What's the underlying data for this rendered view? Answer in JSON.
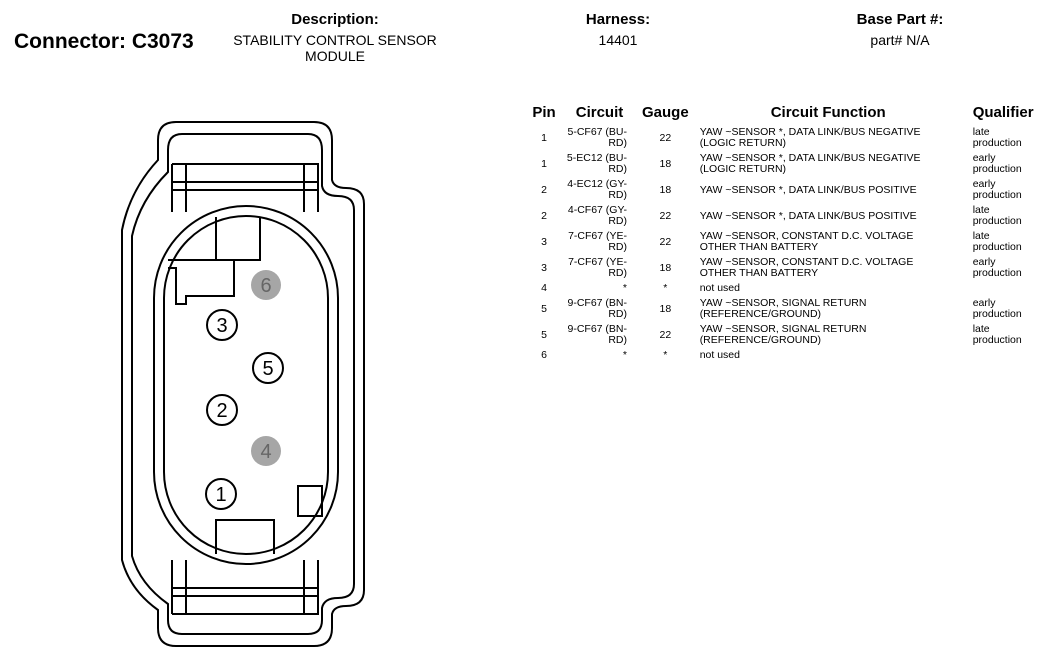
{
  "connector": {
    "title": "Connector: C3073"
  },
  "description": {
    "label": "Description:",
    "line1": "STABILITY CONTROL SENSOR",
    "line2": "MODULE"
  },
  "harness": {
    "label": "Harness:",
    "value": "14401"
  },
  "base_part": {
    "label": "Base Part #:",
    "value": "part# N/A"
  },
  "table": {
    "headers": {
      "pin": "Pin",
      "circuit": "Circuit",
      "gauge": "Gauge",
      "function": "Circuit Function",
      "qualifier": "Qualifier"
    },
    "rows": [
      {
        "pin": "1",
        "circuit_1": "5-CF67 (BU-",
        "circuit_2": "RD)",
        "gauge": "22",
        "func_1": "YAW ~SENSOR *, DATA LINK/BUS NEGATIVE",
        "func_2": "(LOGIC RETURN)",
        "qual_1": "late",
        "qual_2": "production"
      },
      {
        "pin": "1",
        "circuit_1": "5-EC12 (BU-",
        "circuit_2": "RD)",
        "gauge": "18",
        "func_1": "YAW ~SENSOR *, DATA LINK/BUS NEGATIVE",
        "func_2": "(LOGIC RETURN)",
        "qual_1": "early",
        "qual_2": "production"
      },
      {
        "pin": "2",
        "circuit_1": "4-EC12 (GY-",
        "circuit_2": "RD)",
        "gauge": "18",
        "func_1": "YAW ~SENSOR *, DATA LINK/BUS POSITIVE",
        "func_2": "",
        "qual_1": "early",
        "qual_2": "production"
      },
      {
        "pin": "2",
        "circuit_1": "4-CF67 (GY-",
        "circuit_2": "RD)",
        "gauge": "22",
        "func_1": "YAW ~SENSOR *, DATA LINK/BUS POSITIVE",
        "func_2": "",
        "qual_1": "late",
        "qual_2": "production"
      },
      {
        "pin": "3",
        "circuit_1": "7-CF67 (YE-",
        "circuit_2": "RD)",
        "gauge": "22",
        "func_1": "YAW ~SENSOR, CONSTANT D.C. VOLTAGE",
        "func_2": "OTHER THAN BATTERY",
        "qual_1": "late",
        "qual_2": "production"
      },
      {
        "pin": "3",
        "circuit_1": "7-CF67 (YE-",
        "circuit_2": "RD)",
        "gauge": "18",
        "func_1": "YAW ~SENSOR, CONSTANT D.C. VOLTAGE",
        "func_2": "OTHER THAN BATTERY",
        "qual_1": "early",
        "qual_2": "production"
      },
      {
        "pin": "4",
        "circuit_1": "*",
        "circuit_2": "",
        "gauge": "*",
        "func_1": "not used",
        "func_2": "",
        "qual_1": "",
        "qual_2": ""
      },
      {
        "pin": "5",
        "circuit_1": "9-CF67 (BN-",
        "circuit_2": "RD)",
        "gauge": "18",
        "func_1": "YAW ~SENSOR, SIGNAL RETURN",
        "func_2": "(REFERENCE/GROUND)",
        "qual_1": "early",
        "qual_2": "production"
      },
      {
        "pin": "5",
        "circuit_1": "9-CF67 (BN-",
        "circuit_2": "RD)",
        "gauge": "22",
        "func_1": "YAW ~SENSOR, SIGNAL RETURN",
        "func_2": "(REFERENCE/GROUND)",
        "qual_1": "late",
        "qual_2": "production"
      },
      {
        "pin": "6",
        "circuit_1": "*",
        "circuit_2": "",
        "gauge": "*",
        "func_1": "not used",
        "func_2": "",
        "qual_1": "",
        "qual_2": ""
      }
    ]
  },
  "diagram": {
    "cavities": [
      {
        "label": "6",
        "used": false
      },
      {
        "label": "3",
        "used": true
      },
      {
        "label": "5",
        "used": true
      },
      {
        "label": "2",
        "used": true
      },
      {
        "label": "4",
        "used": false
      },
      {
        "label": "1",
        "used": true
      }
    ],
    "colors": {
      "unused_fill": "#a6a6a6",
      "unused_text": "#666666",
      "line": "#000000"
    }
  }
}
